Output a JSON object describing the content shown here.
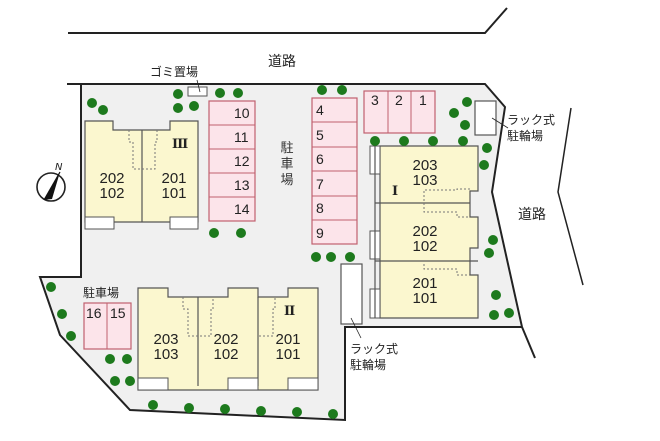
{
  "colors": {
    "lot_fill": "#f0f0f0",
    "building_fill": "#fbf7cf",
    "parking_fill": "#fce4ea",
    "parking_border": "#c0606e",
    "tree": "#1d7a1d",
    "line": "#222222"
  },
  "roads": {
    "north": "道路",
    "east": "道路"
  },
  "labels": {
    "garbage": "ゴミ置場",
    "parking_main": "駐車場",
    "parking_sw": "駐車場",
    "bike_rack_ne": "ラック式\n駐輪場",
    "bike_rack_s": "ラック式\n駐輪場",
    "compass": "N"
  },
  "parking": {
    "column_a": [
      "10",
      "11",
      "12",
      "13",
      "14"
    ],
    "column_b": [
      "4",
      "5",
      "6",
      "7",
      "8",
      "9"
    ],
    "row_top": [
      "3",
      "2",
      "1"
    ],
    "row_sw": [
      "16",
      "15"
    ]
  },
  "buildings": {
    "I": {
      "id": "I",
      "units": [
        "203\n103",
        "202\n102",
        "201\n101"
      ]
    },
    "II": {
      "id": "II",
      "units": [
        "203\n103",
        "202\n102",
        "201\n101"
      ]
    },
    "III": {
      "id": "III",
      "units": [
        "202\n102",
        "201\n101"
      ]
    }
  }
}
